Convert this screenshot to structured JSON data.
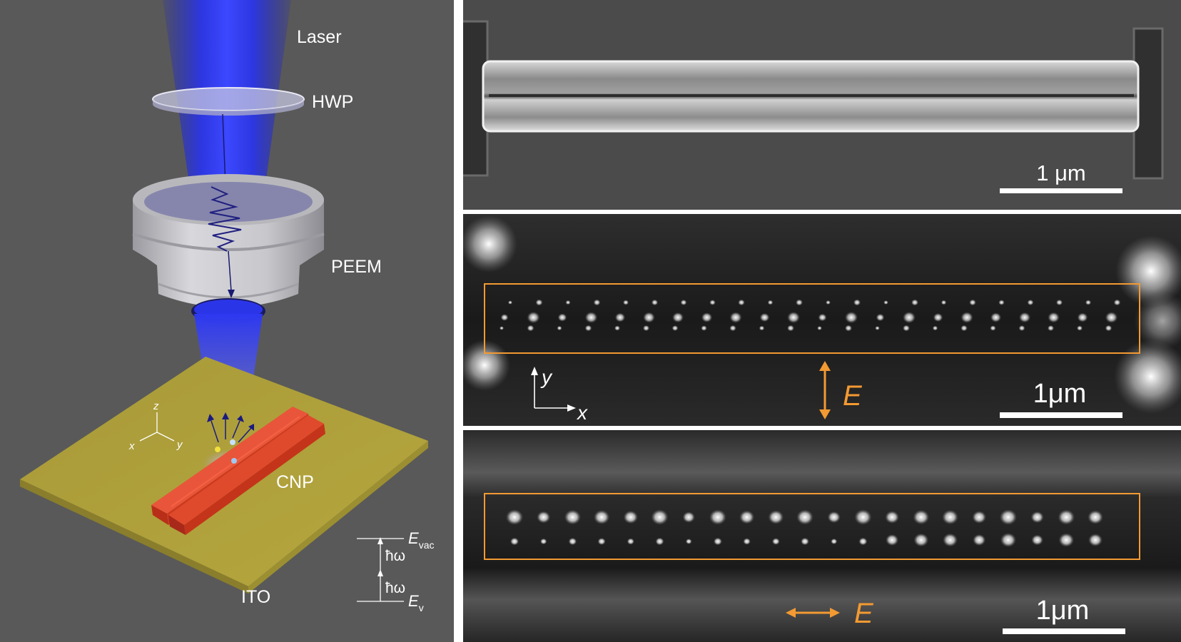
{
  "diagram": {
    "labels": {
      "laser": "Laser",
      "hwp": "HWP",
      "peem": "PEEM",
      "cnp": "CNP",
      "ito": "ITO"
    },
    "axes_3d": {
      "z": "z",
      "x": "x",
      "y": "y"
    },
    "energy": {
      "e_vac": "E",
      "e_vac_sub": "vac",
      "e_v": "E",
      "e_v_sub": "v",
      "photon_upper": "ħω",
      "photon_lower": "ħω"
    }
  },
  "sem_panel": {
    "scale_bar": "1 μm"
  },
  "peem_panel_1": {
    "scale_bar": "1μm",
    "field_label": "E",
    "axis_x": "x",
    "axis_y": "y",
    "polarization": "vertical"
  },
  "peem_panel_2": {
    "scale_bar": "1μm",
    "field_label": "E",
    "polarization": "horizontal"
  },
  "colors": {
    "beam": "#2b35e8",
    "substrate": "#b8a83a",
    "nanoprism": "#d8401a",
    "highlight_box": "#f39a32"
  }
}
